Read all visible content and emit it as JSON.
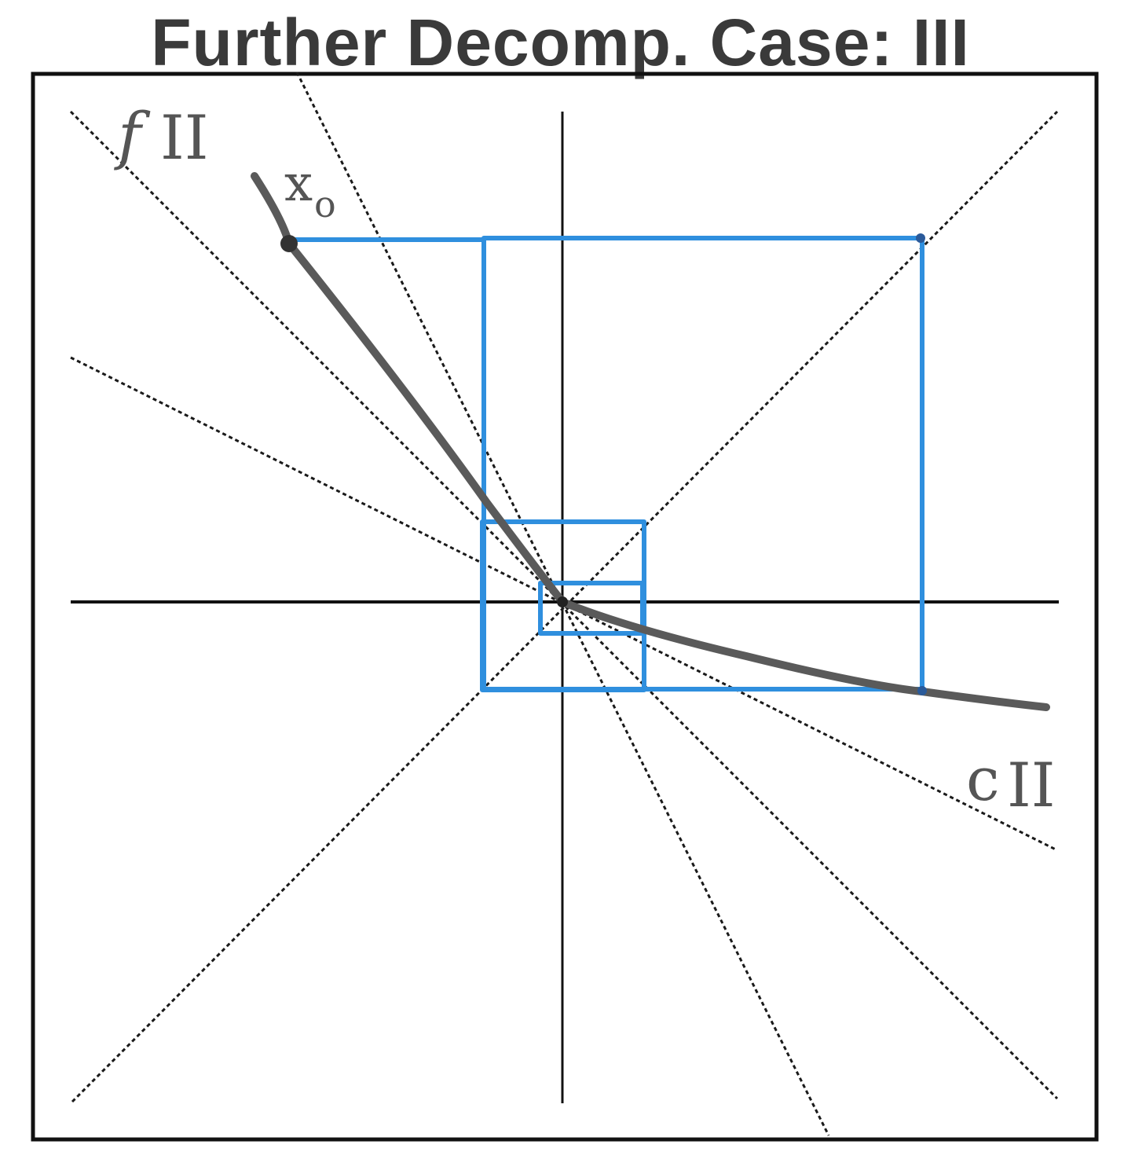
{
  "title": "Further Decomp. Case: III",
  "labels": {
    "x0_main": "x",
    "x0_sub": "o",
    "f_prefix": "f",
    "f_numeral": "II",
    "c_prefix": "c",
    "c_numeral": "II"
  },
  "colors": {
    "line": "#1a1a1a",
    "curve": "#5a5a5a",
    "rect": "#2f8fde",
    "frame": "#111111"
  }
}
